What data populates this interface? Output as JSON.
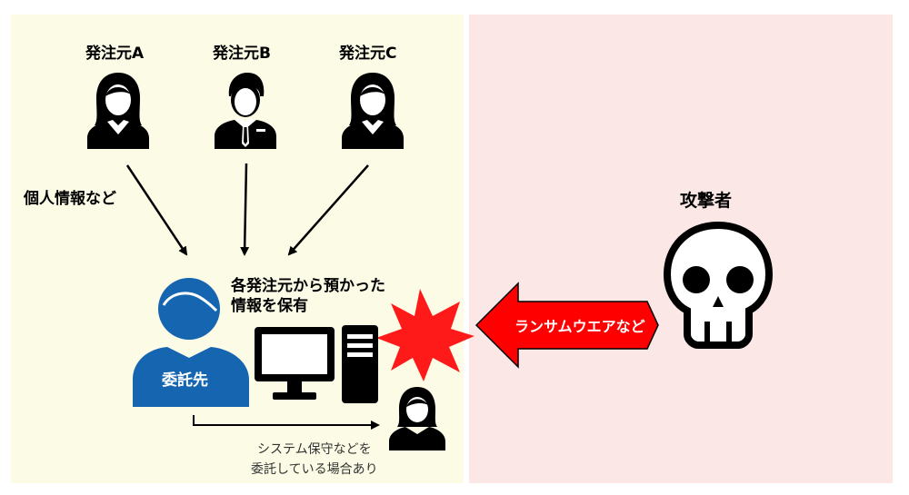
{
  "clients": [
    {
      "label": "発注元A",
      "icon": "businesswoman-icon"
    },
    {
      "label": "発注元B",
      "icon": "businessman-icon"
    },
    {
      "label": "発注元C",
      "icon": "businesswoman-icon"
    }
  ],
  "flow_label": "個人情報など",
  "holding_text": [
    "各発注元から預かった",
    "情報を保有"
  ],
  "contractor_label": "委託先",
  "subcontract_caption": [
    "システム保守などを",
    "委託している場合あり"
  ],
  "attacker_label": "攻撃者",
  "attack_label": "ランサムウエアなど",
  "colors": {
    "left_panel": "#fcfbe6",
    "right_panel": "#fbe7e6",
    "contractor_blue": "#1565b0",
    "attack_red": "#ff0000",
    "burst_red": "#ff1a1a"
  }
}
